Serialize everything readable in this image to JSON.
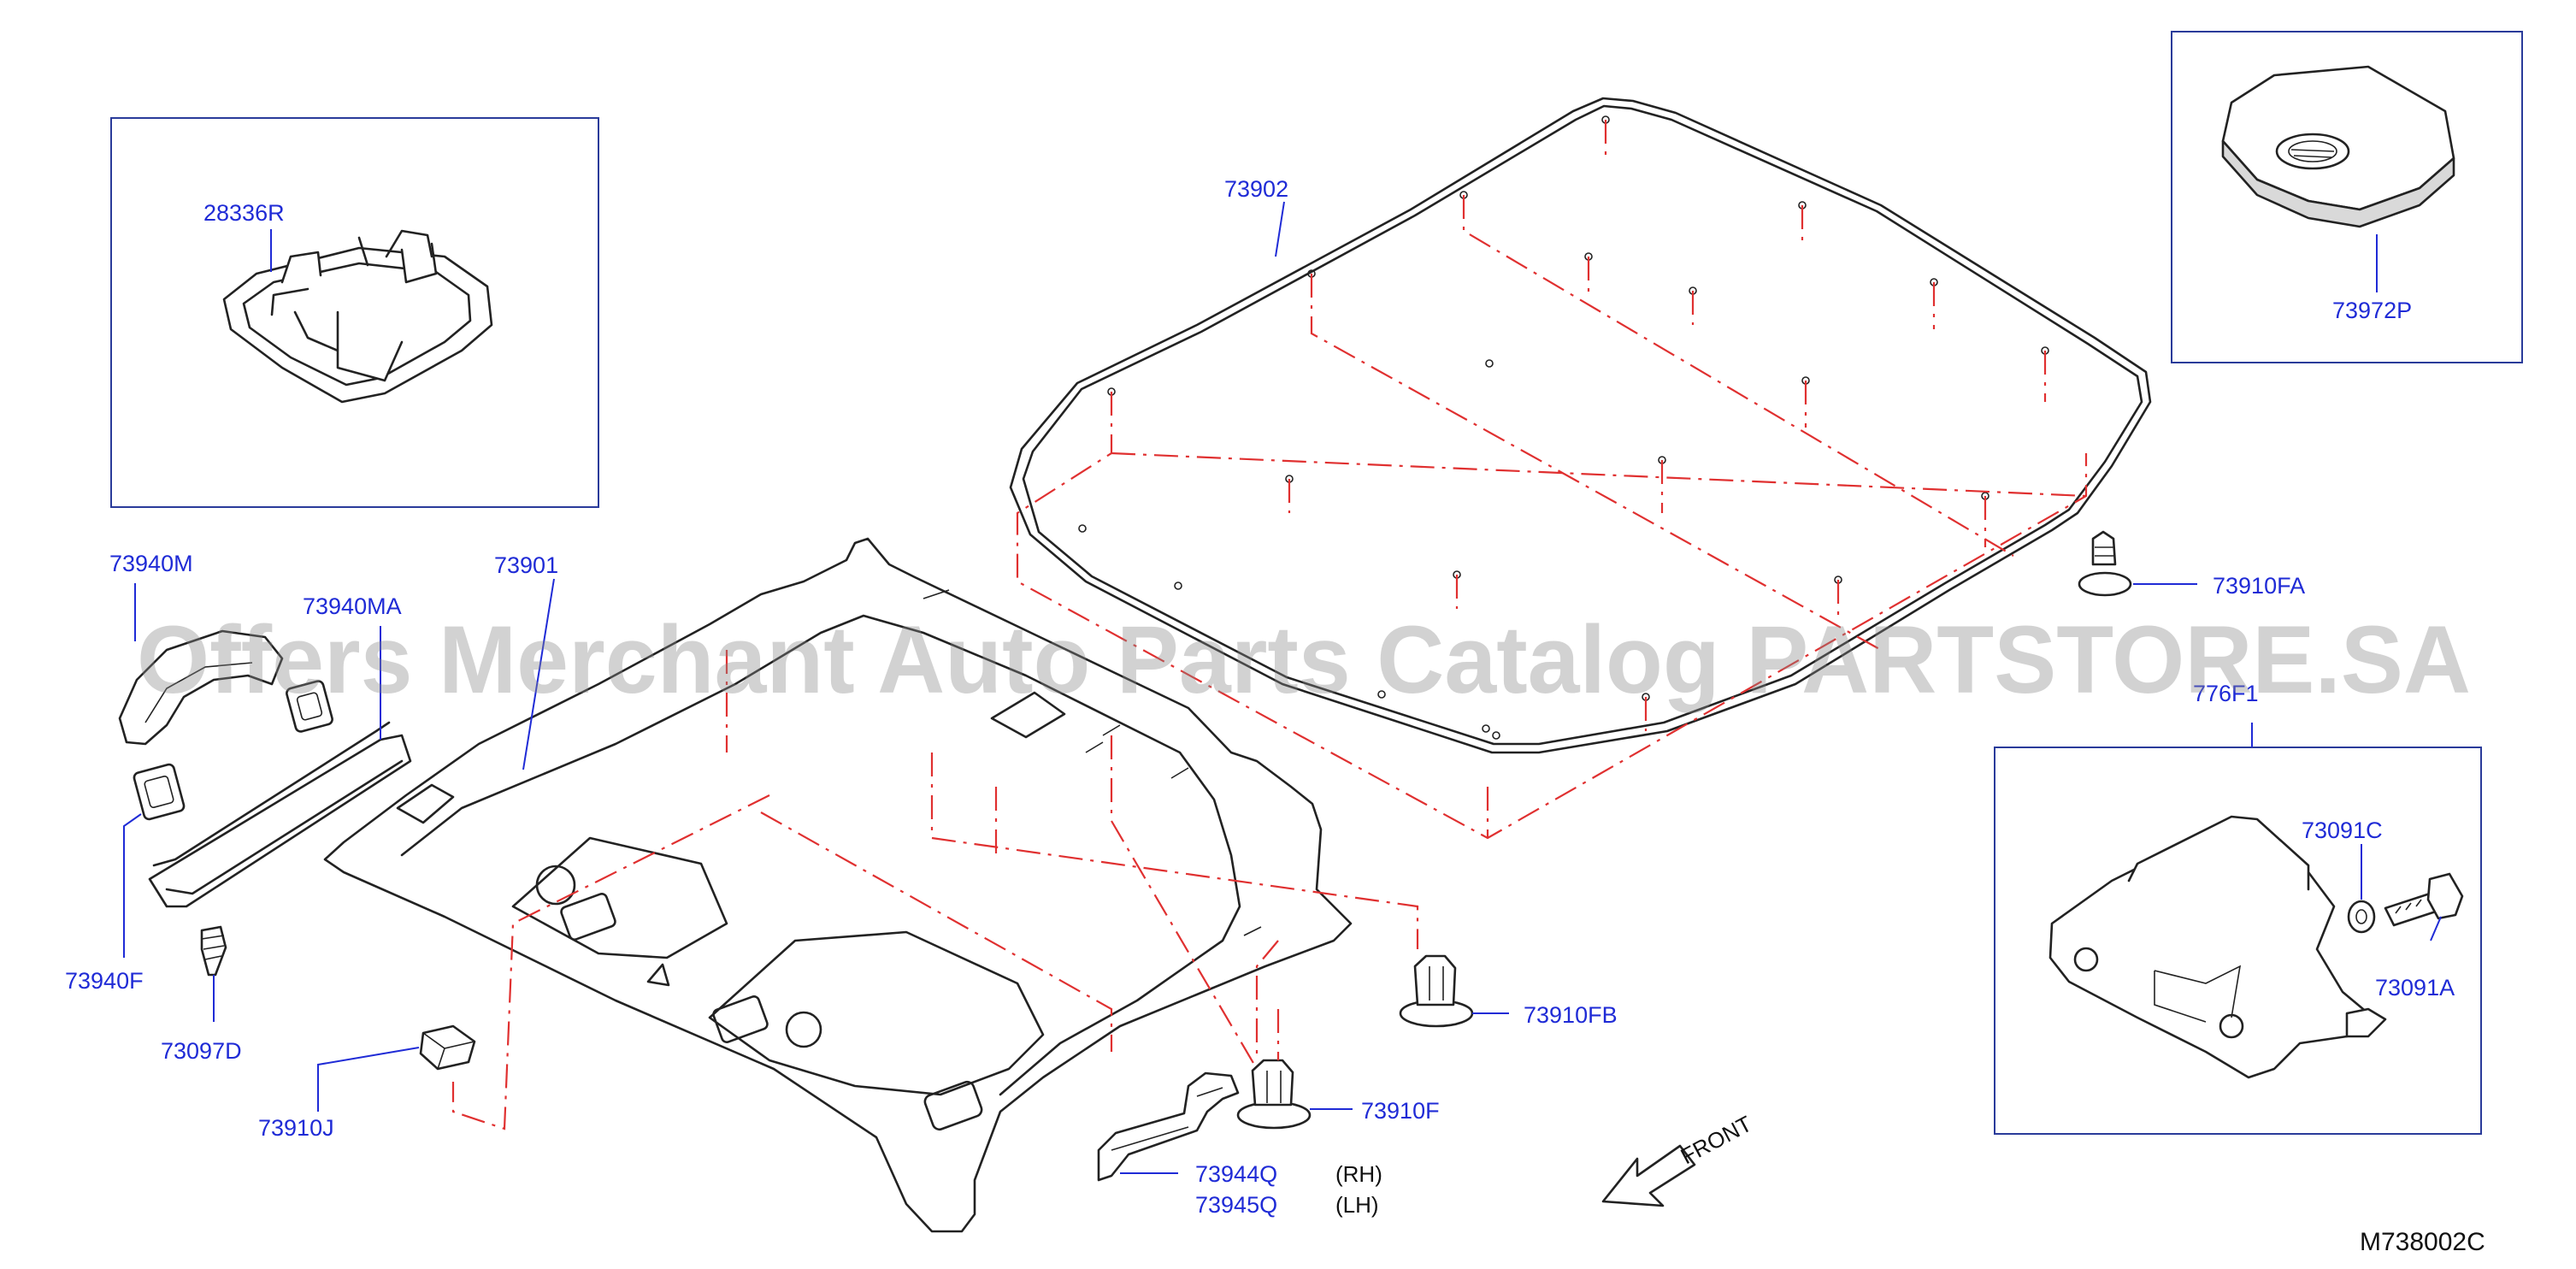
{
  "watermark": "Offers Merchant Auto Parts Catalog PARTSTORE.SA",
  "diagram_code": "M738002C",
  "front_label": "FRONT",
  "colors": {
    "label": "#1f2bd6",
    "dashed": "#e03030",
    "box": "#2a3b9a",
    "line": "#222222"
  },
  "labels": {
    "p28336R": "28336R",
    "p73902": "73902",
    "p73972P": "73972P",
    "p73940M": "73940M",
    "p73940MA": "73940MA",
    "p73901": "73901",
    "p73940F": "73940F",
    "p73097D": "73097D",
    "p73910J": "73910J",
    "p73910FA": "73910FA",
    "p776F": "776F1",
    "p73091C": "73091C",
    "p73091A": "73091A",
    "p73910FB": "73910FB",
    "p73910F": "73910F",
    "p73944Q": "73944Q",
    "p73945Q": "73945Q",
    "rh": "(RH)",
    "lh": "(LH)"
  }
}
